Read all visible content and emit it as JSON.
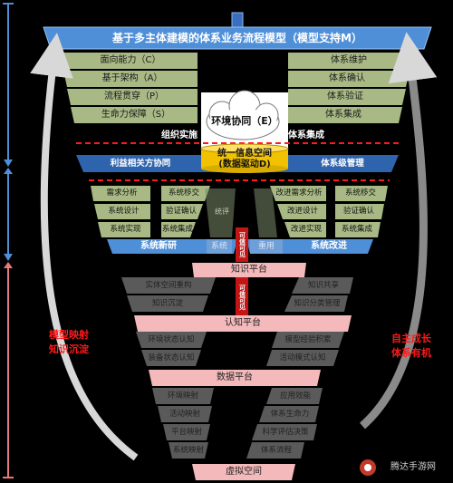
{
  "title": "基于多主体建模的体系业务流程模型（模型支持M）",
  "left_stack": [
    "面向能力（C）",
    "基于架构（A）",
    "流程贯穿（P）",
    "生命力保障（S）"
  ],
  "right_stack": [
    "体系维护",
    "体系确认",
    "体系验证",
    "体系集成"
  ],
  "cloud_label": "环境协同（E）",
  "org_impl": "组织实施",
  "sys_integ": "体系集成",
  "data_space": {
    "line1": "统一信息空间",
    "line2": "(数据驱动D)"
  },
  "band": {
    "left": "利益相关方协同",
    "right": "体系级管理"
  },
  "mid_left": [
    "需求分析",
    "系统设计",
    "系统实现"
  ],
  "mid_left_inner": [
    "系统移交",
    "验证确认",
    "系统集成"
  ],
  "mid_right": [
    "改进需求分析",
    "改进设计",
    "改进实现"
  ],
  "mid_right_inner": [
    "系统移交",
    "验证确认",
    "系统集成"
  ],
  "ghost": {
    "left": "统评",
    "mid_left": "系统",
    "right": "重用"
  },
  "bar_new": "系统新研",
  "bar_improve": "系统改进",
  "vertical_1": "可信可见",
  "vertical_2": "可信可见",
  "platform_knowledge": "知识平台",
  "knowledge_left": [
    "实体空间重构",
    "知识沉淀"
  ],
  "knowledge_right": [
    "知识共享",
    "知识分类管理"
  ],
  "platform_cognition": "认知平台",
  "cognition_left": [
    "环境状态认知",
    "装备状态认知"
  ],
  "cognition_right": [
    "模型经验积累",
    "活动模式认知"
  ],
  "platform_data": "数据平台",
  "data_left": [
    "环境映射",
    "活动映射",
    "平台映射",
    "系统映射"
  ],
  "data_right": [
    "应用效能",
    "体系生命力",
    "科学评估决策",
    "体系流程"
  ],
  "platform_virtual": "虚拟空间",
  "red_left": [
    "模型映射",
    "知识沉淀"
  ],
  "red_right": [
    "自主成长",
    "体系有机"
  ],
  "watermark": "腾达手游网",
  "colors": {
    "accent_blue": "#4f8fd8",
    "red": "#ff1a1a",
    "green": "#a9b985",
    "pink": "#f4b9ba"
  }
}
